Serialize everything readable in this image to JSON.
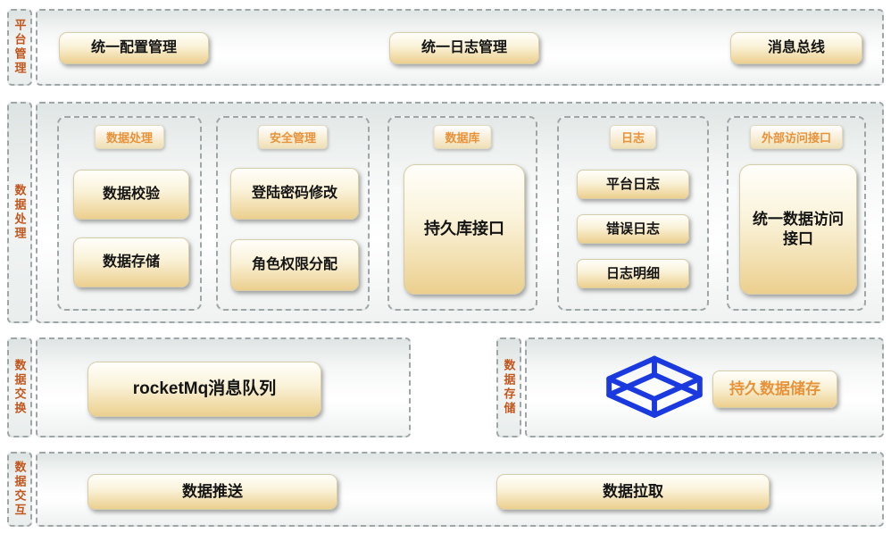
{
  "diagram": {
    "platform": {
      "label": "平台管理",
      "buttons": [
        "统一配置管理",
        "统一日志管理",
        "消息总线"
      ]
    },
    "processing": {
      "label": "数据处理",
      "groups": [
        {
          "title": "数据处理",
          "items": [
            "数据校验",
            "数据存储"
          ]
        },
        {
          "title": "安全管理",
          "items": [
            "登陆密码修改",
            "角色权限分配"
          ]
        },
        {
          "title": "数据库",
          "items": [
            "持久库接口"
          ]
        },
        {
          "title": "日志",
          "items": [
            "平台日志",
            "错误日志",
            "日志明细"
          ]
        },
        {
          "title": "外部访问接口",
          "items": [
            "统一数据访问接口"
          ]
        }
      ]
    },
    "exchange": {
      "label": "数据交换",
      "button": "rocketMq消息队列"
    },
    "storage": {
      "label": "数据存储",
      "icon": "cube-wireframe-icon",
      "button": "持久数据储存"
    },
    "interaction": {
      "label": "数据交互",
      "buttons": [
        "数据推送",
        "数据拉取"
      ]
    }
  },
  "colors": {
    "accent_orange": "#e8923a",
    "vertical_label_orange": "#c2571e",
    "node_gold": "#eccf8e",
    "cube_blue": "#1a3ae0",
    "dashed_border_gray": "#9fa6a8"
  }
}
